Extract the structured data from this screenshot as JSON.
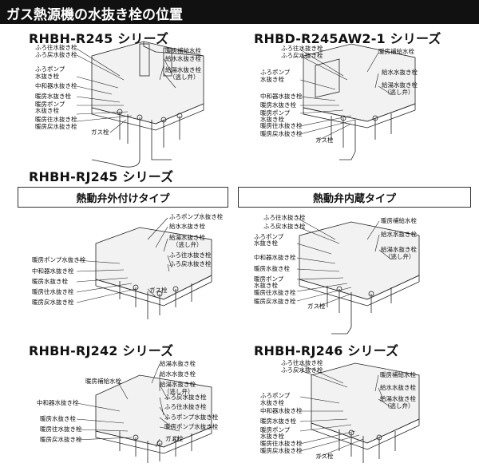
{
  "header": {
    "title": "ガス熱源機の水抜き栓の位置"
  },
  "sections": {
    "r245": {
      "model": "RHBH-R245 シリーズ",
      "labels": [
        "ふろ往水抜き栓",
        "ふろ戻水抜き栓",
        "ふろポンプ",
        "水抜き栓",
        "中和器水抜き栓",
        "暖房水抜き栓",
        "暖房ポンプ",
        "水抜き栓",
        "暖房往水抜き栓",
        "暖房戻水抜き栓",
        "ガス栓",
        "暖房補給水栓",
        "給水水抜き栓",
        "給湯水抜き栓",
        "（逃し弁）"
      ]
    },
    "r245aw": {
      "model": "RHBD-R245AW2-1 シリーズ",
      "labels": [
        "ふろ往水抜き栓",
        "ふろ戻水抜き栓",
        "暖房補給水栓",
        "ふろポンプ",
        "水抜き栓",
        "給水水抜き栓",
        "給湯水抜き栓",
        "（逃し弁）",
        "中和器水抜き栓",
        "暖房水抜き栓",
        "暖房ポンプ",
        "水抜き栓",
        "暖房往水抜き栓",
        "暖房戻水抜き栓",
        "ガス栓"
      ]
    },
    "rj245": {
      "model": "RHBH-RJ245 シリーズ",
      "type_left": "熱動弁外付けタイプ",
      "type_right": "熱動弁内蔵タイプ",
      "left_labels": [
        "ふろポンプ水抜き栓",
        "給水水抜き栓",
        "給湯水抜き栓",
        "（逃し弁）",
        "ふろ往水抜き栓",
        "ふろ戻水抜き栓",
        "暖房ポンプ水抜き栓",
        "中和器水抜き栓",
        "暖房水抜き栓",
        "暖房往水抜き栓",
        "暖房戻水抜き栓",
        "ガス栓"
      ],
      "right_labels": [
        "ふろ往水抜き栓",
        "ふろ戻水抜き栓",
        "ふろポンプ",
        "水抜き栓",
        "暖房補給水栓",
        "給水水抜き栓",
        "給湯水抜き栓",
        "（逃し弁）",
        "中和器水抜き栓",
        "暖房水抜き栓",
        "暖房ポンプ",
        "水抜き栓",
        "暖房往水抜き栓",
        "暖房戻水抜き栓",
        "ガス栓"
      ]
    },
    "rj242": {
      "model": "RHBH-RJ242 シリーズ",
      "labels": [
        "暖房補給水栓",
        "給湯水抜き栓",
        "給水水抜き栓",
        "給湯水抜き栓",
        "（逃し弁）",
        "中和器水抜き栓",
        "ふろ戻水抜き栓",
        "ふろ往水抜き栓",
        "暖房水抜き栓",
        "ふろポンプ水抜き栓",
        "暖房往水抜き栓",
        "暖房ポンプ水抜き栓",
        "暖房戻水抜き栓",
        "ガス栓"
      ]
    },
    "rj246": {
      "model": "RHBH-RJ246 シリーズ",
      "labels": [
        "ふろ往水抜き栓",
        "ふろ戻水抜き栓",
        "暖房補給水栓",
        "給水水抜き栓",
        "ふろポンプ",
        "水抜き栓",
        "中和器水抜き栓",
        "給湯水抜き栓",
        "（逃し弁）",
        "暖房水抜き栓",
        "暖房ポンプ",
        "水抜き栓",
        "暖房往水抜き栓",
        "暖房戻水抜き栓",
        "ガス栓"
      ]
    }
  }
}
